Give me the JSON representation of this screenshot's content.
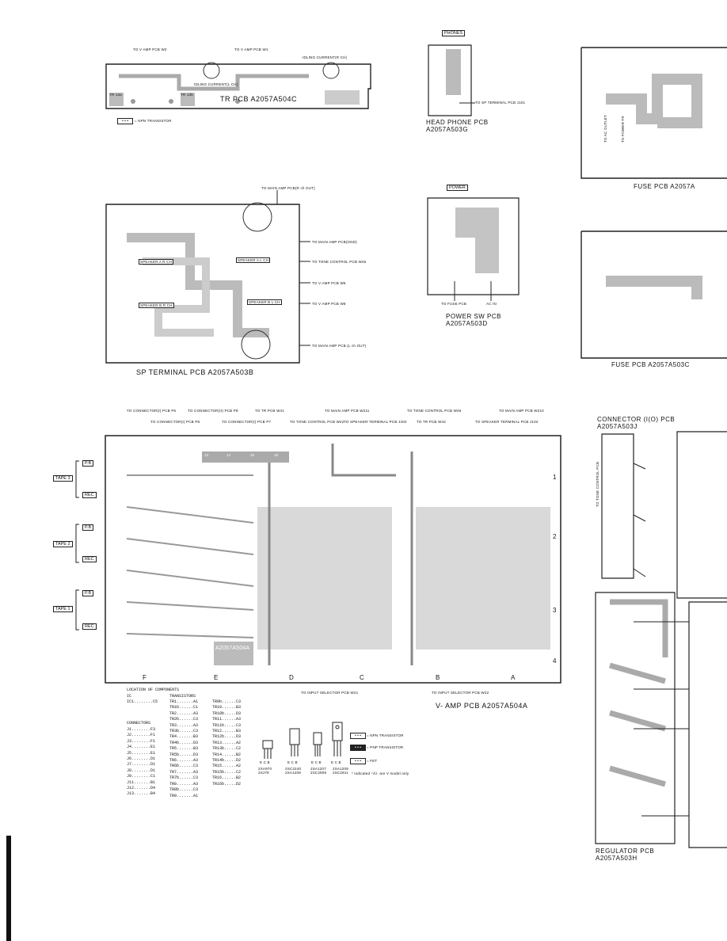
{
  "tr_pcb": {
    "title": "TR PCB A2057A504C",
    "labels": [
      "TO V AMP PCB W2",
      "TO V AMP PCB W1",
      "IDLING CURRENT(R CH)",
      "IDLING CURRENT(L CH)",
      "TR 13a",
      "TR 13b"
    ],
    "legend": "= NPN TRANSISTOR"
  },
  "headphone_pcb": {
    "badge": "PHONES",
    "title_line1": "HEAD PHONE PCB",
    "title_line2": "A2057A503G",
    "label": "TO SP TERMINAL PCB J101"
  },
  "fuse_pcb_top": {
    "title": "FUSE PCB A2057A",
    "labels": [
      "TO AC OUTLET",
      "TO POWER TR"
    ]
  },
  "fuse_pcb_bottom": {
    "title": "FUSE PCB A2057A503C"
  },
  "sp_terminal_pcb": {
    "title": "SP TERMINAL PCB A2057A503B",
    "top_label": "TO MAIN AMP PCB(R ch OUT)",
    "right_labels": [
      "TO MAIN AMP PCB(GND)",
      "TO TONE CONTROL PCB W46",
      "TO V AMP PCB W6",
      "TO V AMP PCB W8"
    ],
    "bottom_label": "TO MAIN AMP PCB (L ch OUT)",
    "inner_labels": [
      "SPEAKER A R CH",
      "SPEAKER A L CH",
      "SPEAKER B R CH",
      "SPEAKER B L CH"
    ]
  },
  "power_sw_pcb": {
    "badge": "POWER",
    "title_line1": "POWER SW PCB",
    "title_line2": "A2057A503D",
    "labels": [
      "TO FUSE PCB",
      "AC IN"
    ]
  },
  "v_amp_pcb": {
    "title": "V- AMP PCB A2057A504A",
    "top_labels": [
      "TO CONNECTOR(I) PCB P6",
      "TO CONNECTOR(II) PCB P8",
      "TO TR PCB W41",
      "TO MAIN AMP PCB W211",
      "TO TONE CONTROL PCB W46",
      "TO MAIN AMP PCB W210",
      "TO CONNECTOR(I) PCB P8",
      "TO CONNECTOR(I) PCB P7",
      "TO TONE CONTROL PCB W42",
      "TO SPEAKER TERMINAL PCB J402",
      "TO TR PCB W42",
      "TO SPEAKER TERMINAL PCB J102"
    ],
    "bottom_labels": [
      "TO INPUT SELECTOR PCB W21",
      "TO INPUT SELECTOR PCB W22"
    ],
    "tape_labels": [
      "TAPE 3",
      "TAPE 2",
      "TAPE 1"
    ],
    "pb_rec": [
      "P.B",
      "REC",
      "P.B",
      "REC",
      "P.B",
      "REC"
    ],
    "connector_labels": [
      "J3",
      "J4",
      "J5",
      "J6"
    ],
    "col_letters": [
      "F",
      "E",
      "D",
      "C",
      "B",
      "A"
    ],
    "row_numbers": [
      "1",
      "2",
      "3",
      "4"
    ],
    "board_marking": "A2057A504A"
  },
  "location": {
    "title": "LOCATION OF COMPONENTS",
    "ic_header": "IC",
    "ic_list": "IC1........C5",
    "connectors_header": "CONNECTORS",
    "connectors_list": "J1........F3\nJ2........F1\nJ3........F1\nJ4........E1\nJ5........E1\nJ6........D1\nJ7........D1\nJ8........D1\nJ9........C1\nJ11.......B1\nJ12.......D4\nJ13.......B4",
    "transistors_header": "TRANSISTORS",
    "transistors_list1": "TR1.......A1\nTR1b......C1\nTR2.......A3\nTR2b......C3\nTR3.......A3\nTR3b......C3\nTR4.......B3\nTR4b......D3\nTR5.......B3\nTR5b......D3\nTR6.......A3\nTR6b......C3\nTR7.......A3\nTR7b......C3\nTR8.......A3\nTR8b......C3\nTR9.......A1",
    "transistors_list2": "TR9b......C3\nTR10......B3\nTR10b.....D3\nTR11......A3\nTR11b.....C3\nTR12......B3\nTR12b.....D3\nTR13......A2\nTR13b.....C2\nTR14......B2\nTR14b.....D2\nTR15......A2\nTR15b.....C2\nTR16......B2\nTR16b.....D2"
  },
  "transistor_legend": {
    "pkg_labels": [
      "2SA970 2SJ79",
      "2SC2240 2SA1208",
      "2SA1207 2SC2909",
      "2SA1209 2SC2911"
    ],
    "pin_labels": [
      "E C B",
      "E C B",
      "E C B",
      "E C B"
    ],
    "npn": "= NPN TRANSISTOR",
    "pnp": "= PNP TRANSISTOR",
    "fet": "= FET",
    "note": "* indicated -\\/\\/- are V model only"
  },
  "connector_pcb": {
    "title_line1": "CONNECTOR (I(O) PCB",
    "title_line2": "A2057A503J",
    "label": "TO TONE CONTROL PCB"
  },
  "regulator_pcb": {
    "title_line1": "REGULATOR PCB",
    "title_line2": "A2057A503H"
  }
}
